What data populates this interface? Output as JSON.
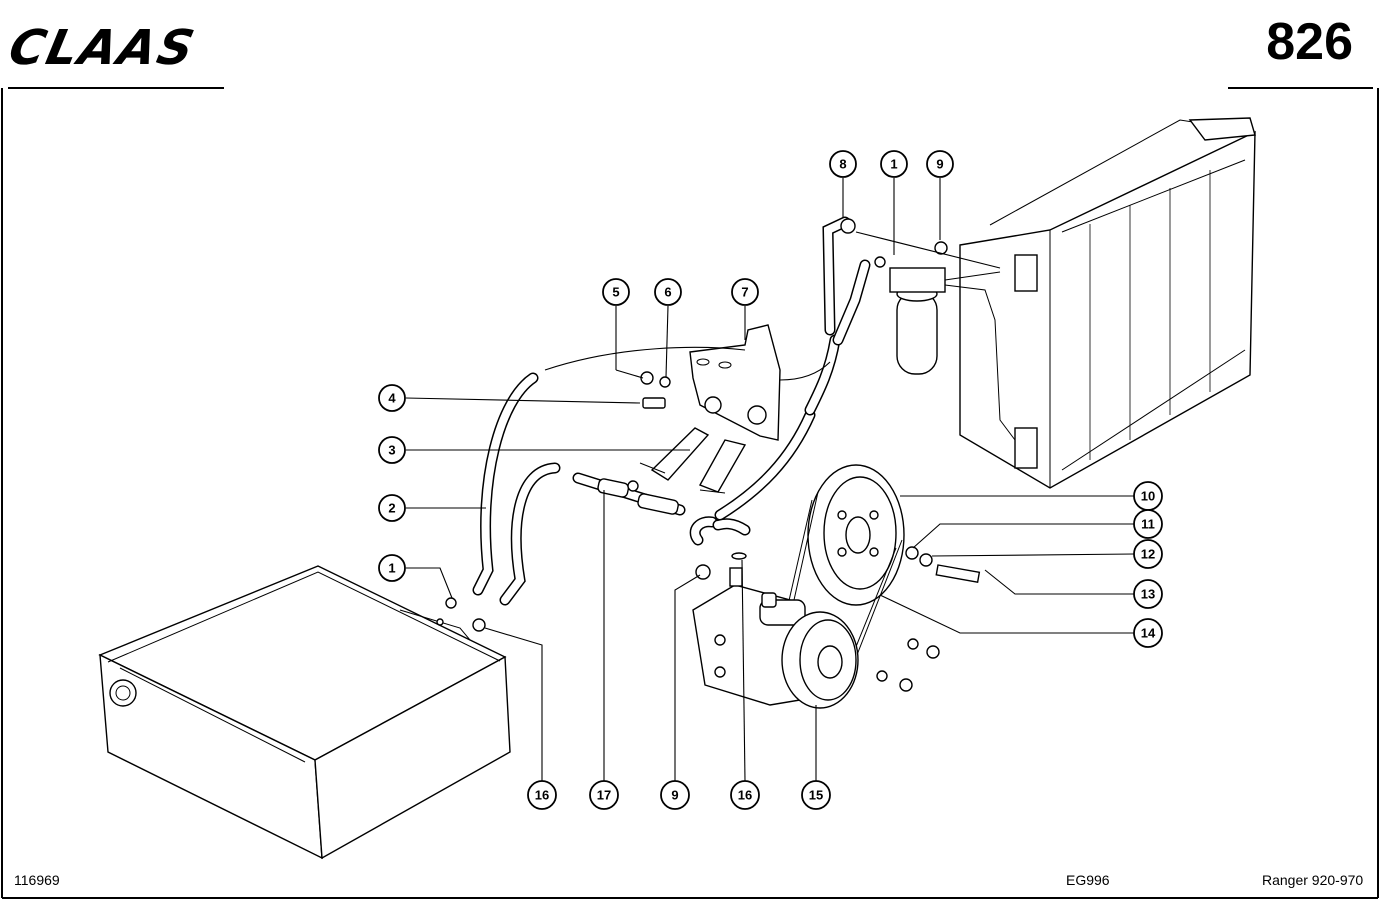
{
  "header": {
    "brand": "CLAAS",
    "page_number": "826"
  },
  "footer": {
    "drawing_id": "116969",
    "group_code": "EG996",
    "model": "Ranger 920-970"
  },
  "callouts": [
    {
      "id": "c8",
      "label": "8"
    },
    {
      "id": "c1a",
      "label": "1"
    },
    {
      "id": "c9a",
      "label": "9"
    },
    {
      "id": "c5",
      "label": "5"
    },
    {
      "id": "c6",
      "label": "6"
    },
    {
      "id": "c7",
      "label": "7"
    },
    {
      "id": "c4",
      "label": "4"
    },
    {
      "id": "c3",
      "label": "3"
    },
    {
      "id": "c2",
      "label": "2"
    },
    {
      "id": "c1b",
      "label": "1"
    },
    {
      "id": "c10",
      "label": "10"
    },
    {
      "id": "c11",
      "label": "11"
    },
    {
      "id": "c12",
      "label": "12"
    },
    {
      "id": "c13",
      "label": "13"
    },
    {
      "id": "c14",
      "label": "14"
    },
    {
      "id": "c16a",
      "label": "16"
    },
    {
      "id": "c17",
      "label": "17"
    },
    {
      "id": "c9b",
      "label": "9"
    },
    {
      "id": "c16b",
      "label": "16"
    },
    {
      "id": "c15",
      "label": "15"
    }
  ]
}
